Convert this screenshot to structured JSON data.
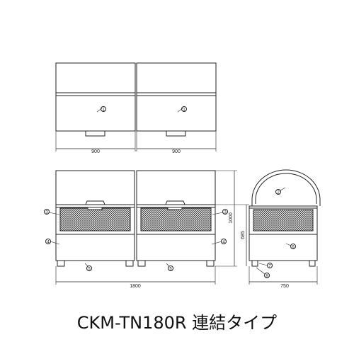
{
  "caption": "CKM-TN180R 連結タイプ",
  "dimensions": {
    "top_width_left": "900",
    "top_width_right": "900",
    "total_width": "1800",
    "side_width": "750",
    "height_total": "1000",
    "height_lower": "685"
  },
  "callouts": {
    "c1": "1",
    "c2": "2",
    "c3": "3",
    "c4": "4",
    "c5": "5",
    "c6": "6",
    "c7": "7",
    "c8": "8"
  },
  "colors": {
    "line": "#222222",
    "hatch": "#333333"
  }
}
